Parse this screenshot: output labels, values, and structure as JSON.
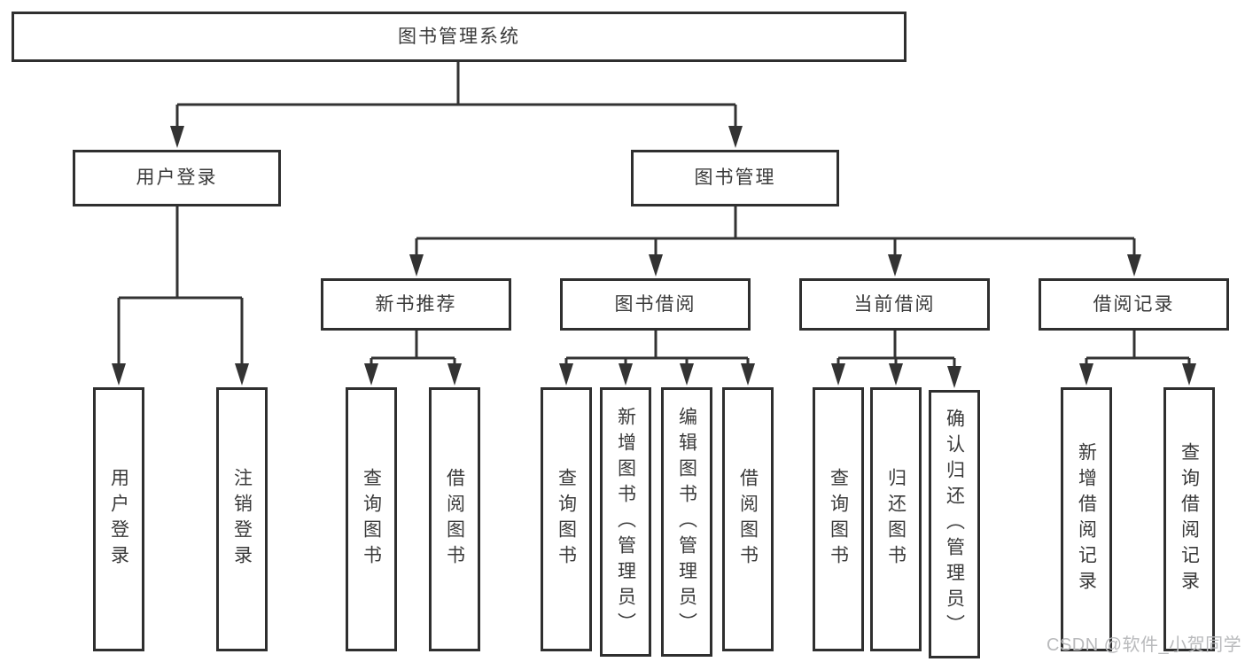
{
  "diagram": {
    "root": {
      "label": "图书管理系统"
    },
    "branches": [
      {
        "label": "用户登录",
        "children": [
          {
            "label": "用户登录"
          },
          {
            "label": "注销登录"
          }
        ]
      },
      {
        "label": "图书管理",
        "children": [
          {
            "label": "新书推荐",
            "children": [
              {
                "label": "查询图书"
              },
              {
                "label": "借阅图书"
              }
            ]
          },
          {
            "label": "图书借阅",
            "children": [
              {
                "label": "查询图书"
              },
              {
                "label": "新增图书（管理员）"
              },
              {
                "label": "编辑图书（管理员）"
              },
              {
                "label": "借阅图书"
              }
            ]
          },
          {
            "label": "当前借阅",
            "children": [
              {
                "label": "查询图书"
              },
              {
                "label": "归还图书"
              },
              {
                "label": "确认归还（管理员）"
              }
            ]
          },
          {
            "label": "借阅记录",
            "children": [
              {
                "label": "新增借阅记录"
              },
              {
                "label": "查询借阅记录"
              }
            ]
          }
        ]
      }
    ]
  },
  "watermark": "CSDN @软件_小贺同学",
  "colors": {
    "line": "#333333",
    "box_border": "#2f2f2f",
    "text": "#3a3a3a",
    "watermark": "#b9babc",
    "background": "#ffffff"
  }
}
